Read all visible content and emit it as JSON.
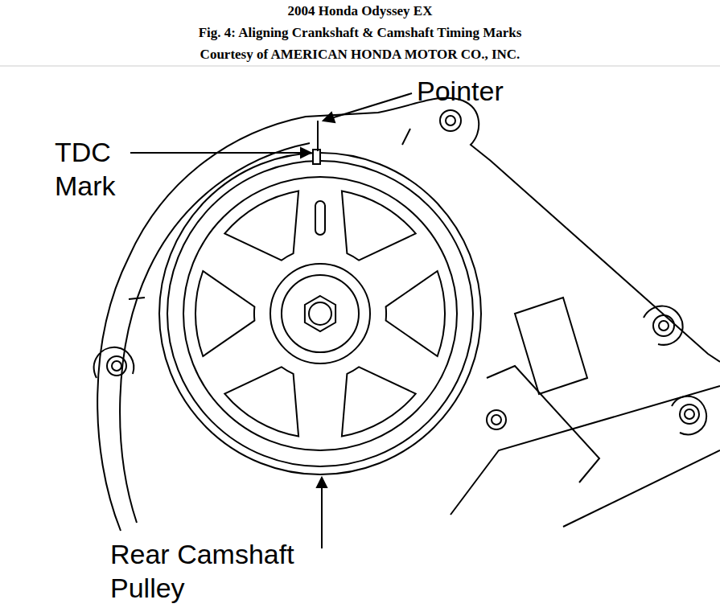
{
  "diagram": {
    "title": "2004 Honda Odyssey EX",
    "caption": "Fig. 4: Aligning Crankshaft & Camshaft Timing Marks",
    "labels": [
      "Courtesy of AMERICAN HONDA MOTOR CO., INC.",
      "Pointer",
      "TDC Mark",
      "Rear Camshaft Pulley"
    ]
  }
}
